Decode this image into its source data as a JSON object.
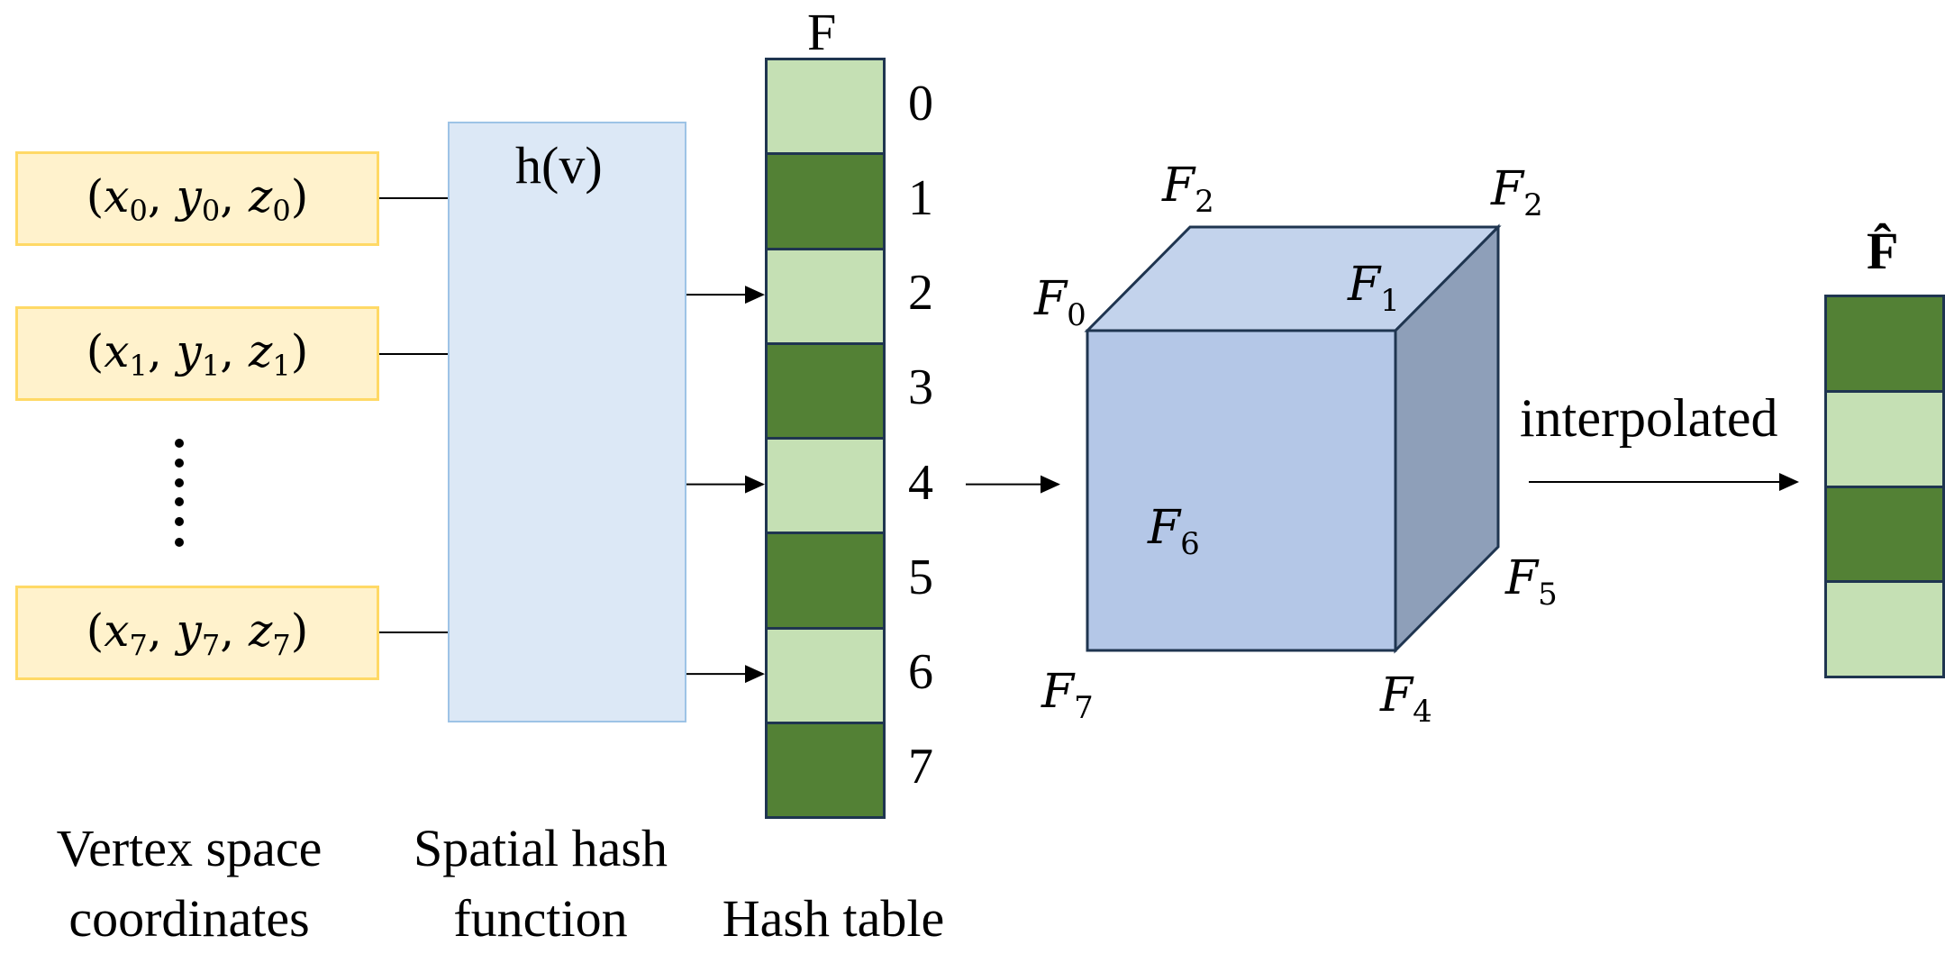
{
  "inputs": {
    "coords": [
      {
        "x": "x",
        "y": "y",
        "z": "z",
        "index": "0"
      },
      {
        "x": "x",
        "y": "y",
        "z": "z",
        "index": "1"
      },
      {
        "x": "x",
        "y": "y",
        "z": "z",
        "index": "7"
      }
    ],
    "ellipsis": "⋮",
    "caption_line1": "Vertex space",
    "caption_line2": "coordinates"
  },
  "hash_function": {
    "label": "h(v)",
    "caption_line1": "Spatial hash",
    "caption_line2": "function"
  },
  "hash_table": {
    "title": "F",
    "caption": "Hash table",
    "cells": [
      {
        "index": "0",
        "shade": "light"
      },
      {
        "index": "1",
        "shade": "dark"
      },
      {
        "index": "2",
        "shade": "light"
      },
      {
        "index": "3",
        "shade": "dark"
      },
      {
        "index": "4",
        "shade": "light"
      },
      {
        "index": "5",
        "shade": "dark"
      },
      {
        "index": "6",
        "shade": "light"
      },
      {
        "index": "7",
        "shade": "dark"
      }
    ],
    "mapped_indices": [
      "2",
      "4",
      "6"
    ],
    "output_index": "4"
  },
  "cube": {
    "corners": {
      "front_top_left": {
        "base": "F",
        "sub": "0"
      },
      "front_top_right": {
        "base": "F",
        "sub": "1"
      },
      "back_top_left": {
        "base": "F",
        "sub": "2"
      },
      "back_top_right": {
        "base": "F",
        "sub": "2"
      },
      "front_bottom_right": {
        "base": "F",
        "sub": "4"
      },
      "back_bottom_right": {
        "base": "F",
        "sub": "5"
      },
      "back_bottom_left": {
        "base": "F",
        "sub": "6"
      },
      "front_bottom_left": {
        "base": "F",
        "sub": "7"
      }
    }
  },
  "interpolation": {
    "label": "interpolated"
  },
  "output": {
    "title": "F̂",
    "cells": [
      "dark",
      "light",
      "dark",
      "light"
    ]
  },
  "colors": {
    "coord_fill": "#fff2cc",
    "coord_border": "#ffd966",
    "hash_panel_fill": "#dce8f6",
    "hash_panel_border": "#9dc3e6",
    "cell_light": "#c5e0b4",
    "cell_dark": "#538135",
    "cell_border": "#1f3550",
    "cube_front": "#b4c7e7",
    "cube_top": "#c3d3ec",
    "cube_side": "#8e9fb9",
    "cube_edge": "#1f3550"
  }
}
